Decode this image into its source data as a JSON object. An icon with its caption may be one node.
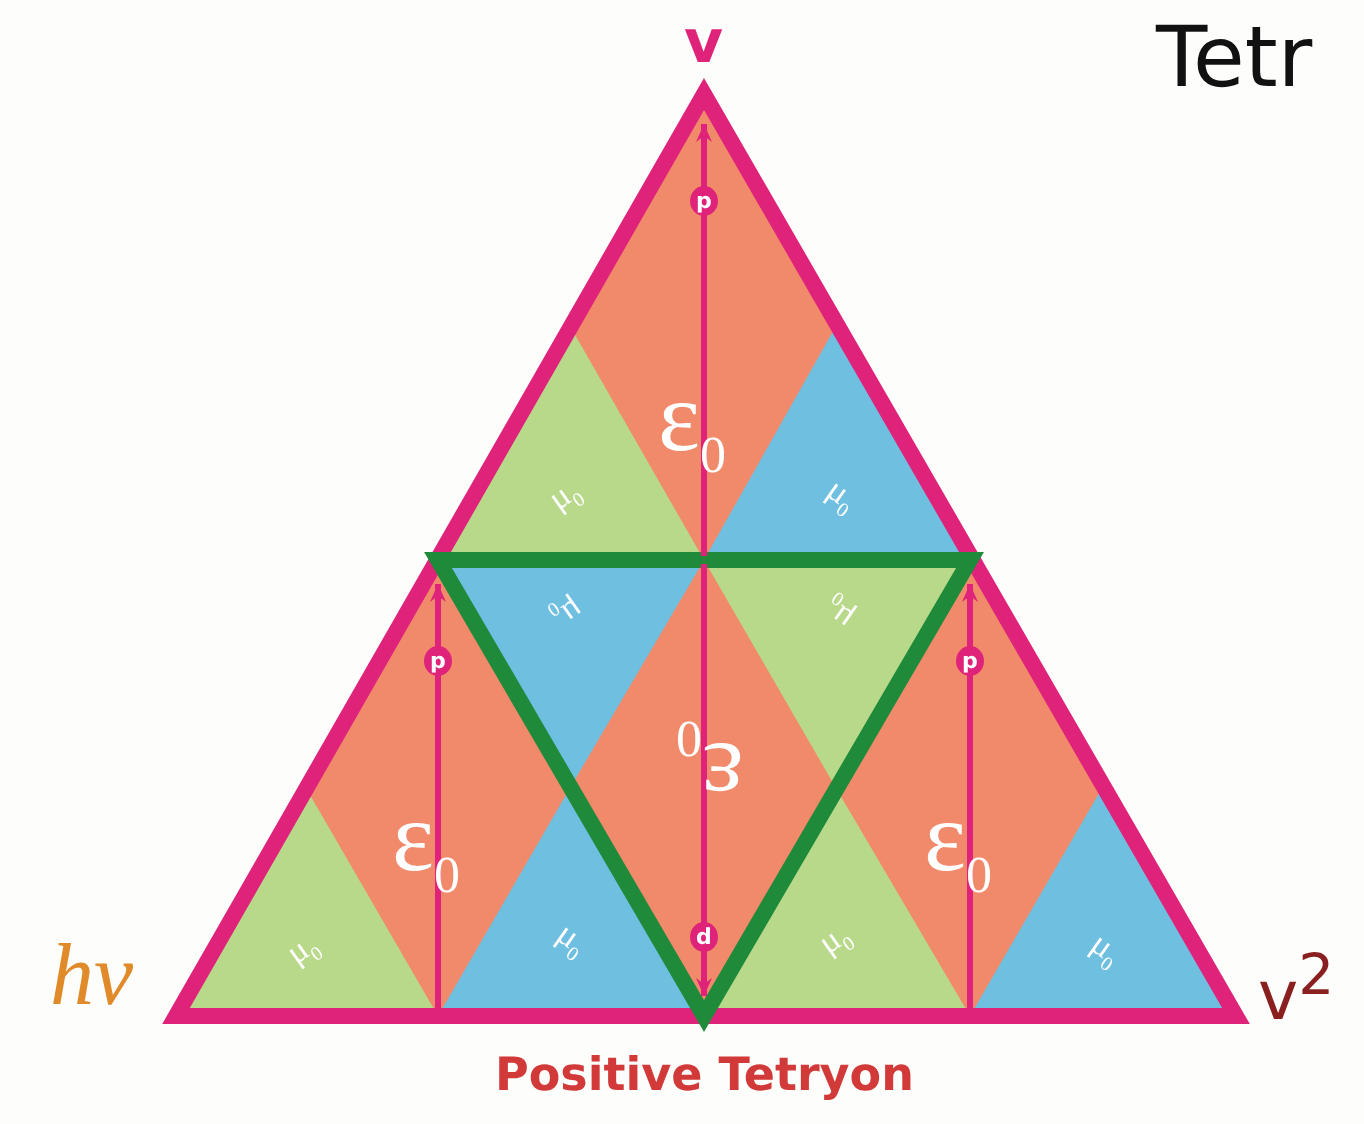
{
  "diagram": {
    "title": "Tetr",
    "labels": [
      "v",
      "p",
      "ε$_{0}$",
      "μ$_{0}$",
      "μ$_{0}$",
      "μ$_{0}$",
      "μ$_{0}$",
      "p",
      "p",
      "ε$_{0}$",
      "ε$_{0}$",
      "ε$_{0}$",
      "μ$_{0}$",
      "μ$_{0}$",
      "d",
      "μ$_{0}$",
      "μ$_{0}$",
      "hν",
      "v$^{2}$",
      "Positive Tetryon"
    ]
  }
}
